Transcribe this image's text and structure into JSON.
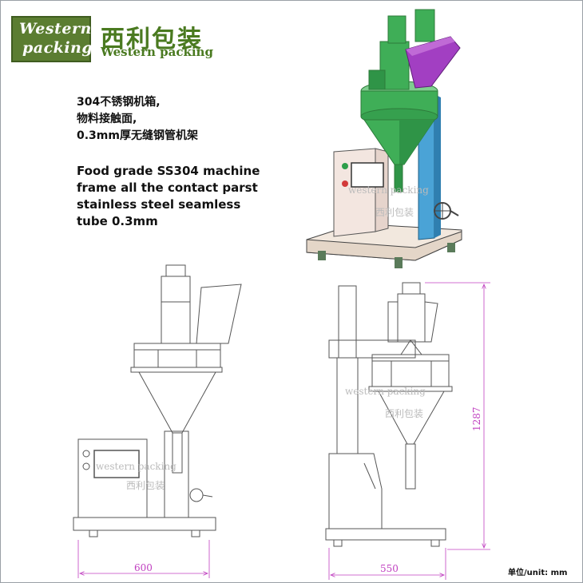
{
  "logo": {
    "line1": "Western",
    "line2": "packing"
  },
  "brand": {
    "chinese": "西利包装",
    "english": "Western packing"
  },
  "spec_cn": [
    "304不锈钢机箱,",
    "物料接触面,",
    "0.3mm厚无缝钢管机架"
  ],
  "spec_en": [
    "Food grade SS304 machine",
    "frame all the contact parst",
    "stainless steel seamless",
    "tube 0.3mm"
  ],
  "dimensions": {
    "front_width": "600",
    "side_width": "550",
    "height": "1287"
  },
  "unit_label": "单位/unit: mm",
  "watermark": {
    "en": "western packing",
    "cn": "西利包装"
  },
  "colors": {
    "logo_green": "#5b7d31",
    "brand_green": "#4a7a20",
    "dimension_magenta": "#c040c0",
    "hopper_green": "#3fae57",
    "funnel_purple": "#a23fc2",
    "column_blue": "#4aa3d6"
  }
}
